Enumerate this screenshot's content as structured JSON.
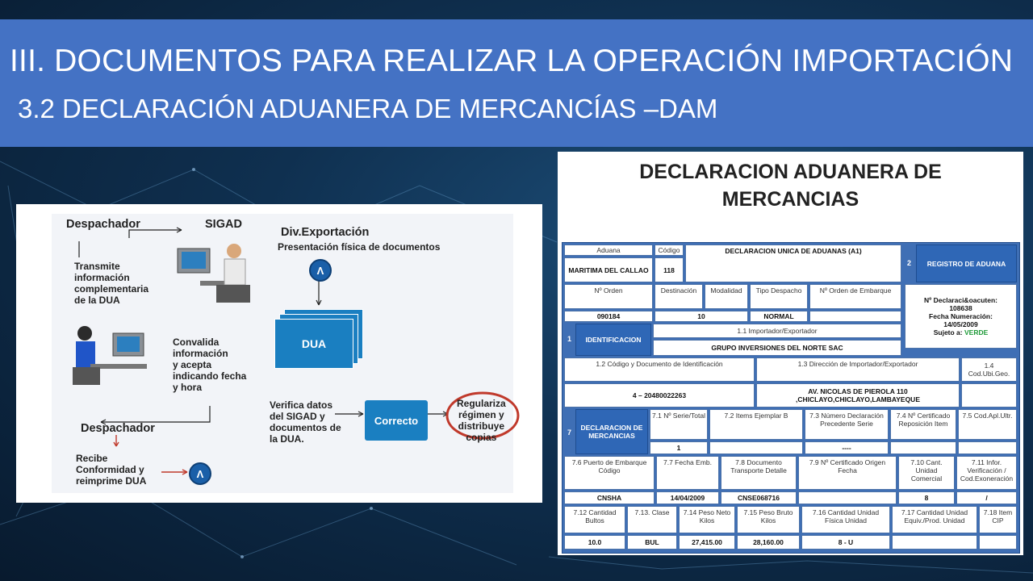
{
  "header": {
    "title": "III. DOCUMENTOS PARA REALIZAR LA OPERACIÓN IMPORTACIÓN",
    "subtitle": "3.2 DECLARACIÓN ADUANERA DE MERCANCÍAS –DAM"
  },
  "flow": {
    "despachador_top": "Despachador",
    "sigad": "SIGAD",
    "transmite": [
      "Transmite",
      "información",
      "complementaria",
      "de la DUA"
    ],
    "div_export": "Div.Exportación",
    "presentacion": "Presentación física de documentos",
    "circle_glyph": "Λ",
    "dua": "DUA",
    "convalida": [
      "Convalida",
      "información",
      "y acepta",
      "indicando fecha",
      "y hora"
    ],
    "verifica": [
      "Verifica datos",
      "del SIGAD y",
      "documentos de",
      "la DUA."
    ],
    "correcto": "Correcto",
    "regulariza": [
      "Regulariza",
      "régimen y",
      "distribuye",
      "copias"
    ],
    "despachador_bottom": "Despachador",
    "recibe": [
      "Recibe",
      "Conformidad y",
      "reimprime DUA"
    ]
  },
  "doc": {
    "title_line1": "DECLARACION ADUANERA DE",
    "title_line2": "MERCANCIAS",
    "aduana_h": "Aduana",
    "codigo_h": "Código",
    "dua_a1": "DECLARACION UNICA DE ADUANAS   (A1)",
    "num2": "2",
    "registro": "REGISTRO DE ADUANA",
    "aduana_v": "MARITIMA DEL CALLAO",
    "codigo_v": "118",
    "orden_h": "Nº Orden",
    "destinacion_h": "Destinación",
    "modalidad_h": "Modalidad",
    "tipo_h": "Tipo Despacho",
    "embarque_h": "Nº Orden de Embarque",
    "declaracion_info": [
      "Nº Declaraci&oacuten:",
      "108638",
      "Fecha Numeración:",
      "14/05/2009",
      "Sujeto a: "
    ],
    "verde": "VERDE",
    "orden_v": "090184",
    "destinacion_v": "10",
    "tipo_v": "NORMAL",
    "num1": "1",
    "identificacion": "IDENTIFICACION",
    "importador_h": "1.1 Importador/Exportador",
    "importador_v": "GRUPO INVERSIONES DEL NORTE SAC",
    "codigo_doc_h": "1.2 Código y Documento de Identificación",
    "direccion_h": "1.3 Dirección de Importador/Exportador",
    "ubigeo_h": "1.4 Cod.Ubi.Geo.",
    "codigo_doc_v": "4 – 20480022263",
    "direccion_v": "AV. NICOLAS DE PIEROLA 110 ,CHICLAYO,CHICLAYO,LAMBAYEQUE",
    "num7": "7",
    "decl_merc": "DECLARACION DE MERCANCIAS",
    "h71": "7.1 Nº Serie/Total",
    "h72": "7.2 Items Ejemplar B",
    "h73": "7.3 Número Declaración Precedente    Serie",
    "h74": "7.4 Nº Certificado Reposición Item",
    "h75": "7.5 Cod.Apl.Ultr.",
    "v71": "1",
    "v73": "----",
    "h76": "7.6 Puerto de Embarque Código",
    "h77": "7.7 Fecha Emb.",
    "h78": "7.8 Documento Transporte Detalle",
    "h79": "7.9 Nº Certificado Origen Fecha",
    "h710": "7.10 Cant. Unidad Comercial",
    "h711": "7.11 Infor. Verificación / Cod.Exoneración",
    "v76": "CNSHA",
    "v77": "14/04/2009",
    "v78": "CNSE068716",
    "v710": "8",
    "v711": "/",
    "h712": "7.12 Cantidad Bultos",
    "h713": "7.13. Clase",
    "h714": "7.14 Peso Neto Kilos",
    "h715": "7.15 Peso Bruto Kilos",
    "h716": "7.16 Cantidad Unidad Física    Unidad",
    "h717": "7.17 Cantidad Unidad Equiv./Prod.  Unidad",
    "h718": "7.18 Item CIP",
    "v712": "10.0",
    "v713": "BUL",
    "v714": "27,415.00",
    "v715": "28,160.00",
    "v716": "8 - U"
  }
}
